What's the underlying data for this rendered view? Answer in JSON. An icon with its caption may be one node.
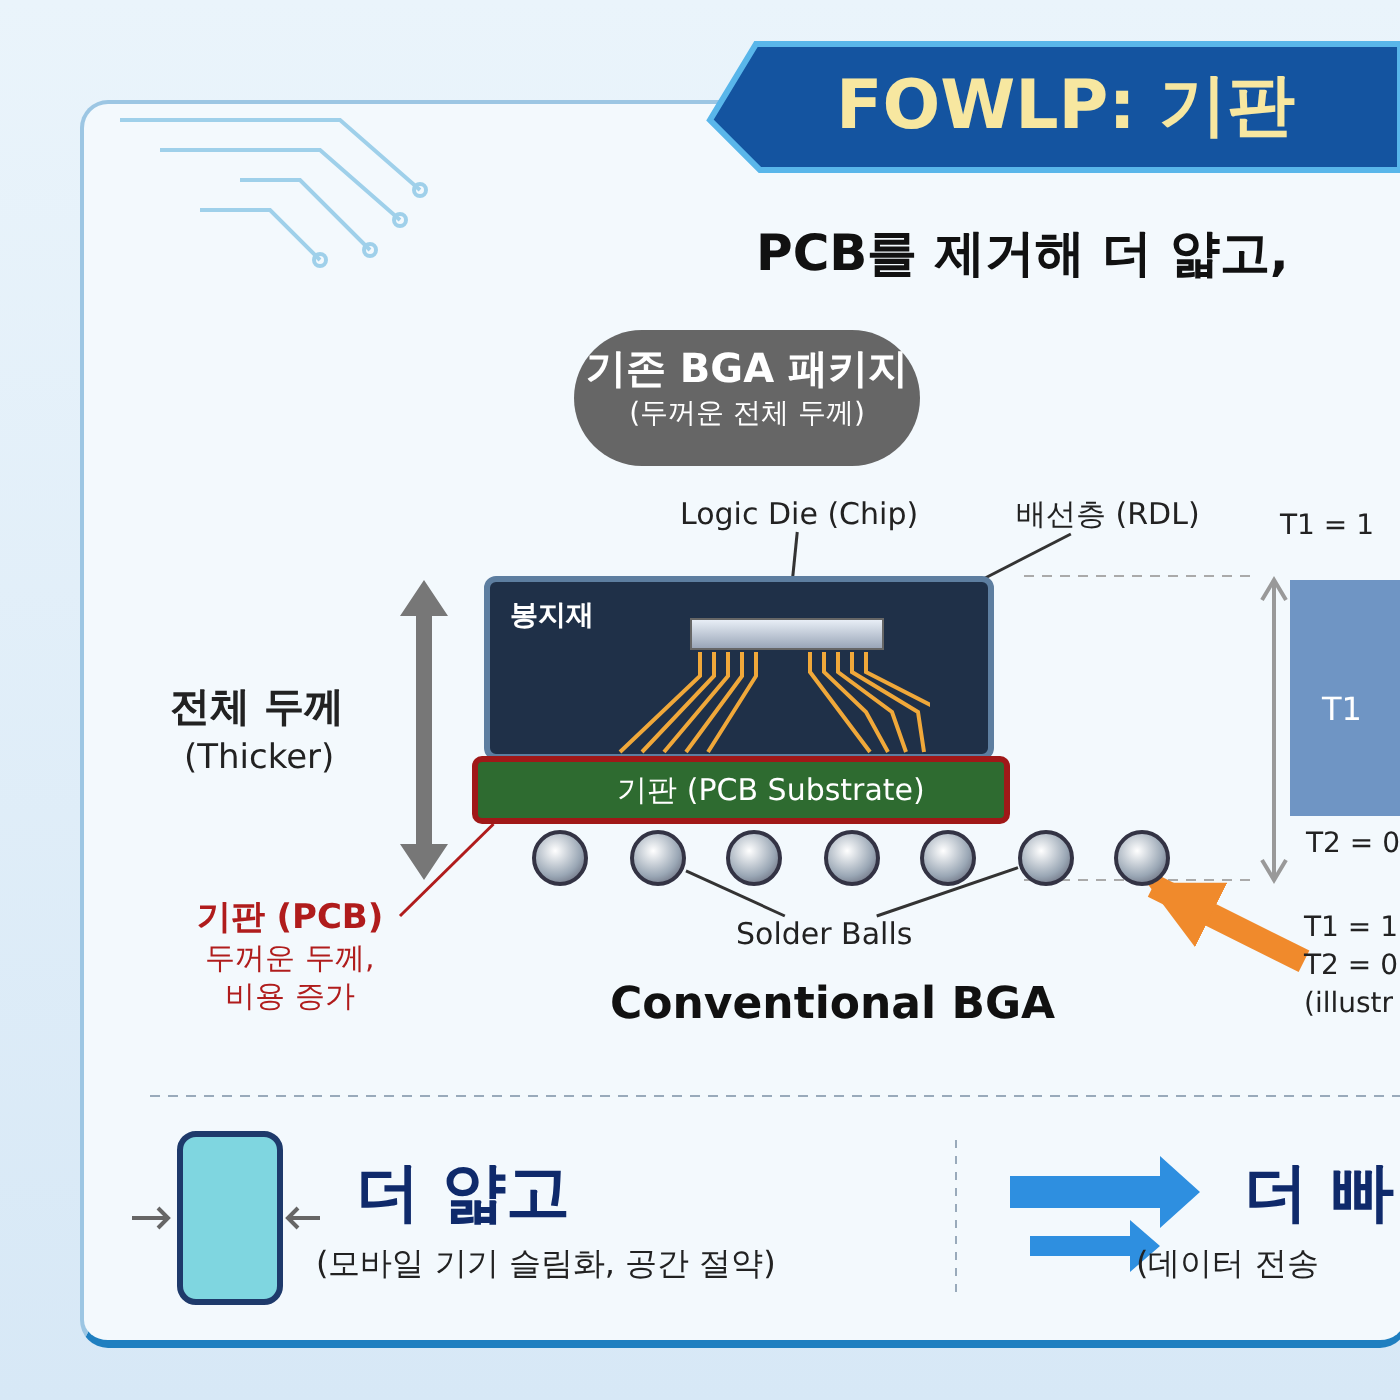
{
  "diagram": {
    "title": "FOWLP: 기판",
    "nodes": [
      {
        "text": [
          "기존 BGA 패키지",
          "(두꺼운 전체 두께)"
        ]
      },
      {
        "text": [
          "봉지재"
        ]
      },
      {
        "text": [],
        "shape": "bar",
        "in": 1
      },
      {
        "text": [],
        "shape": "picture",
        "in": 1
      },
      {
        "text": [
          "기판 (PCB Substrate)"
        ]
      },
      {
        "text": [],
        "shape": "circle"
      },
      {
        "text": [],
        "shape": "circle"
      },
      {
        "text": [],
        "shape": "circle"
      },
      {
        "text": [],
        "shape": "circle"
      },
      {
        "text": [],
        "shape": "circle"
      },
      {
        "text": [],
        "shape": "circle"
      },
      {
        "text": [],
        "shape": "circle"
      },
      {
        "text": [
          "Logic Die (Chip)"
        ]
      },
      {
        "text": [
          "배선층 (RDL)"
        ]
      },
      {
        "text": [
          "Solder Balls"
        ]
      },
      {
        "text": [
          "기판 (PCB)",
          "두꺼운 두께, 비용 증가"
        ]
      },
      {
        "text": [
          "T1"
        ],
        "beside": [
          "T2 = 0"
        ]
      },
      {
        "text": [
          "T1 = 1",
          "T2 = 0",
          "(illustr"
        ]
      }
    ],
    "edges": [
      {
        "from": 12,
        "to": 2,
        "arrow": "none"
      },
      {
        "from": 13,
        "to": 3,
        "arrow": "none"
      },
      {
        "from": 14,
        "to": 6,
        "arrow": "none"
      },
      {
        "from": 14,
        "to": 10,
        "arrow": "none"
      },
      {
        "from": 15,
        "to": 4,
        "arrow": "none",
        "color": "#b01c1c"
      },
      {
        "from": 17,
        "to": 11,
        "arrow": "to",
        "style": "thick",
        "color": "#f08a2c"
      }
    ],
    "labels": [
      "PCB를 제거해 더 얇고,",
      "전체 두께",
      "(Thicker)",
      "T1 = 1",
      "Conventional BGA",
      "더 얇고",
      "(모바일 기기 슬림화, 공간 절약)",
      "더 빠",
      "(데이터 전송"
    ]
  }
}
